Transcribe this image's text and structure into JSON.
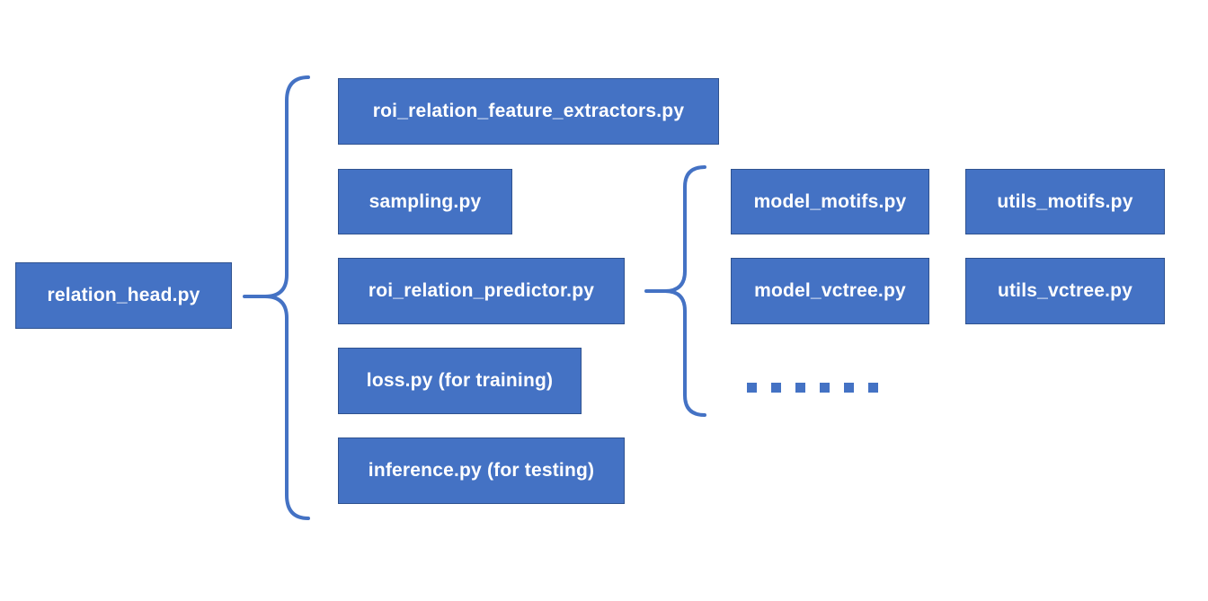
{
  "diagram": {
    "title": "relation head file structure",
    "colors": {
      "box_fill": "#4472C4",
      "box_border": "#2F528F",
      "brace_stroke": "#4472C4",
      "text": "#FFFFFF",
      "background": "#FFFFFF"
    },
    "root": {
      "label": "relation_head.py"
    },
    "relation_head_children": [
      {
        "label": "roi_relation_feature_extractors.py"
      },
      {
        "label": "sampling.py"
      },
      {
        "label": "roi_relation_predictor.py"
      },
      {
        "label": "loss.py (for training)"
      },
      {
        "label": "inference.py (for testing)"
      }
    ],
    "predictor_children": [
      {
        "label": "model_motifs.py"
      },
      {
        "label": "utils_motifs.py"
      },
      {
        "label": "model_vctree.py"
      },
      {
        "label": "utils_vctree.py"
      }
    ],
    "ellipsis": {
      "dot_count": 6
    }
  }
}
